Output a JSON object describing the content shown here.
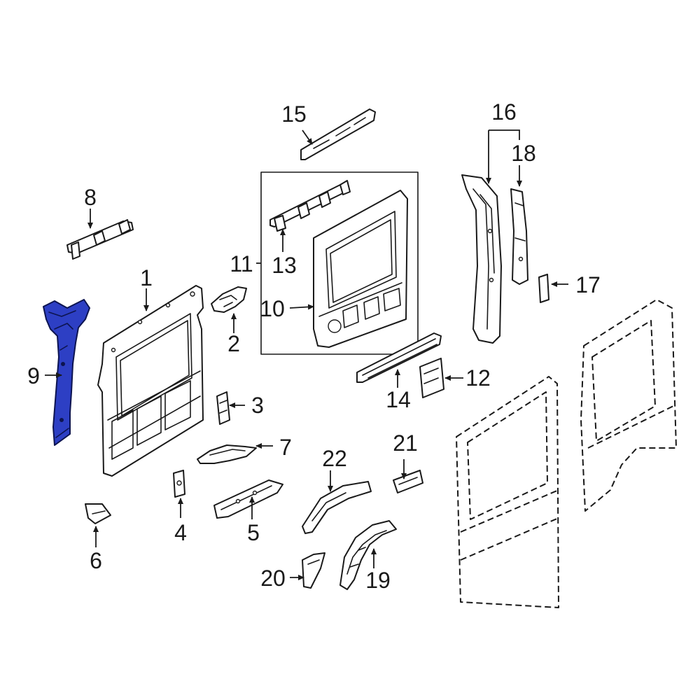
{
  "colors": {
    "highlight_fill": "#2d3fc4",
    "line": "#1a1a1a",
    "background": "#ffffff"
  },
  "highlighted_part": "9",
  "callouts": {
    "c1": "1",
    "c2": "2",
    "c3": "3",
    "c4": "4",
    "c5": "5",
    "c6": "6",
    "c7": "7",
    "c8": "8",
    "c9": "9",
    "c10": "10",
    "c11": "11",
    "c12": "12",
    "c13": "13",
    "c14": "14",
    "c15": "15",
    "c16": "16",
    "c17": "17",
    "c18": "18",
    "c19": "19",
    "c20": "20",
    "c21": "21",
    "c22": "22"
  }
}
